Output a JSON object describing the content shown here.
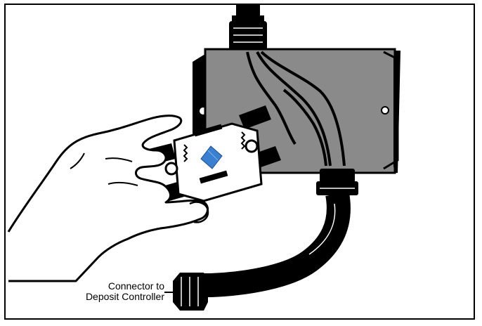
{
  "figure": {
    "kind": "technical line illustration",
    "callout": {
      "line1": "Connector to",
      "line2": "Deposit Controller"
    },
    "colors": {
      "ink": "#000000",
      "enclosure_fill": "#8a8a8a",
      "logo_blue": "#3b7fd0",
      "paper": "#ffffff"
    },
    "icons": [
      "arrow-right-icon"
    ]
  }
}
